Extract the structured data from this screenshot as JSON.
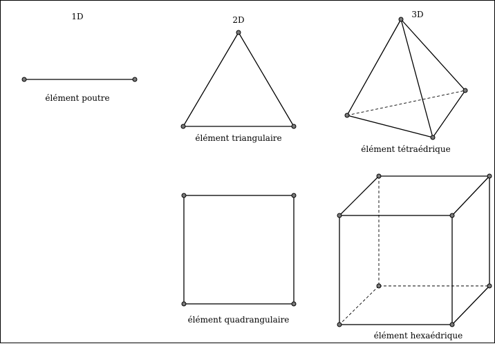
{
  "headings": {
    "one_d": "1D",
    "two_d": "2D",
    "three_d": "3D"
  },
  "labels": {
    "beam": "élément poutre",
    "triangle": "élément triangulaire",
    "tetrahedron": "élément tétraédrique",
    "quadrilateral": "élément quadrangulaire",
    "hexahedron": "élément hexaédrique"
  },
  "colors": {
    "line": "#000000",
    "node_fill": "#7a7a7a",
    "background": "#ffffff"
  }
}
